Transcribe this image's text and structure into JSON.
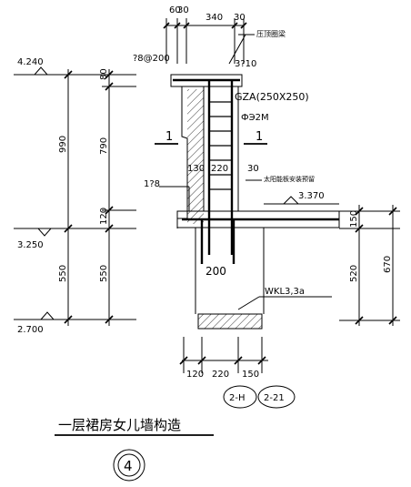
{
  "top_dims": {
    "a": "60",
    "b": "30",
    "c": "340",
    "d": "30"
  },
  "labels": {
    "rebar_top": "?8@200",
    "rebar_cap": "3?10",
    "cap_beam": "压顶圈梁",
    "column": "GZA(250X250)",
    "column_note": "ФЭ2М",
    "section_left": "1",
    "section_right": "1",
    "d130": "130",
    "d220": "220",
    "d30": "30",
    "bar_18": "1?8",
    "slab_note": "太阳能板安装预留",
    "beam_w": "200",
    "beam_name": "WKL3,3a",
    "b120": "120",
    "b220": "220",
    "b150": "150",
    "ref_a": "2-H",
    "ref_b": "2-21",
    "title": "一层裙房女儿墙构造",
    "detail_no": "4"
  },
  "elevations": {
    "e1": "4.240",
    "e2": "3.250",
    "e3": "2.700",
    "e4": "3.370"
  },
  "left_dims": {
    "total": "990",
    "top": "80",
    "mid": "790",
    "low": "120",
    "bottom1": "550",
    "bottom2": "550"
  },
  "right_dims": {
    "a": "150",
    "b": "520",
    "c": "670"
  }
}
